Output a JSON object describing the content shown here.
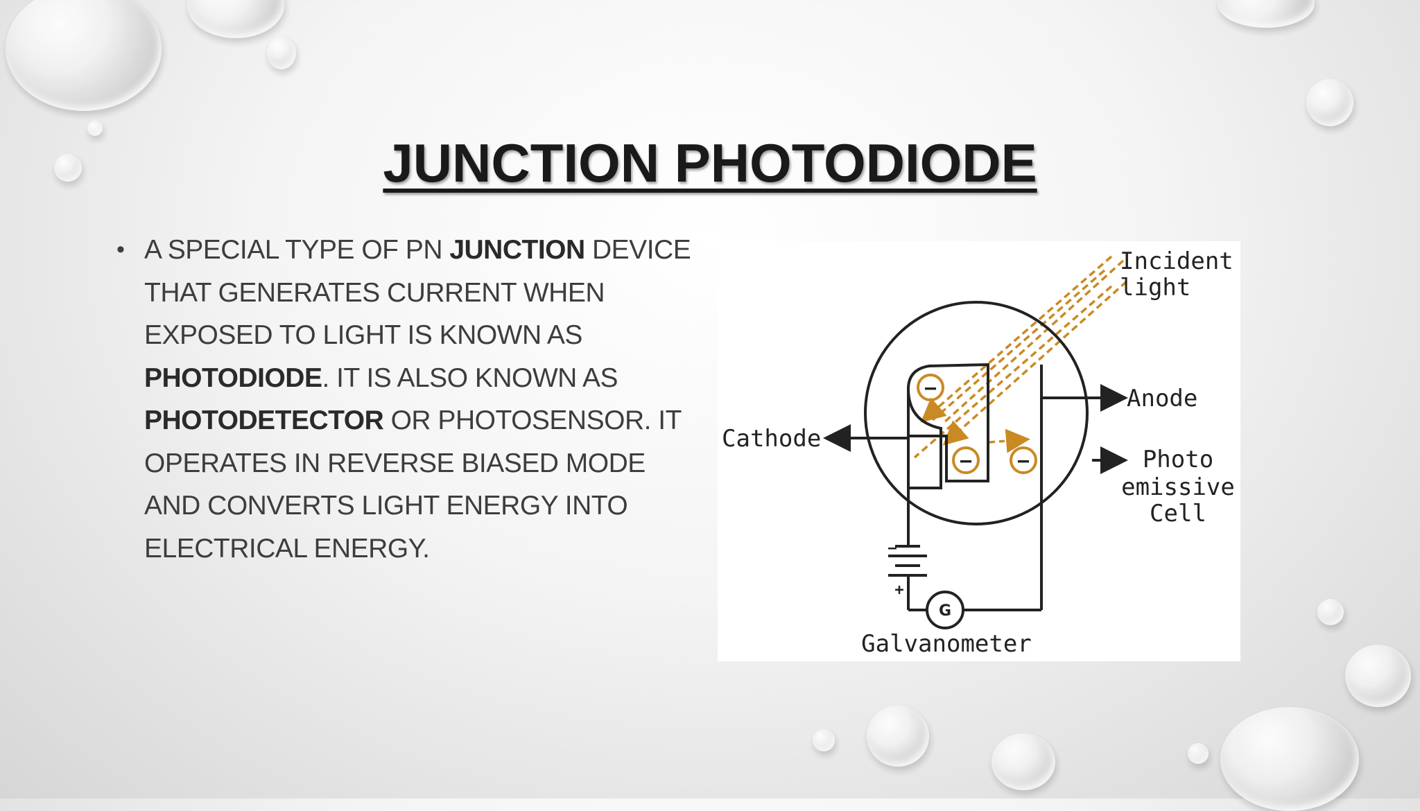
{
  "slide": {
    "title": "JUNCTION PHOTODIODE"
  },
  "bullet": {
    "t1": "A SPECIAL TYPE OF PN ",
    "b1": "JUNCTION",
    "t2": " DEVICE THAT GENERATES CURRENT WHEN EXPOSED TO LIGHT IS KNOWN AS ",
    "b2": "PHOTODIODE",
    "t3": ". IT IS ALSO KNOWN AS ",
    "b3": "PHOTODETECTOR",
    "t4": " OR PHOTOSENSOR. IT OPERATES IN REVERSE BIASED MODE AND CONVERTS LIGHT ENERGY INTO ELECTRICAL ENERGY."
  },
  "diagram": {
    "incident_line1": "Incident",
    "incident_line2": "light",
    "anode": "Anode",
    "cathode": "Cathode",
    "photo_line1": "Photo",
    "photo_line2": "emissive",
    "photo_line3": "Cell",
    "galvanometer": "Galvanometer",
    "g_symbol": "G",
    "minus": "−",
    "plus": "+",
    "electron": "−"
  },
  "colors": {
    "light_ray": "#c98a24",
    "electron": "#c98a24",
    "line": "#222222"
  }
}
